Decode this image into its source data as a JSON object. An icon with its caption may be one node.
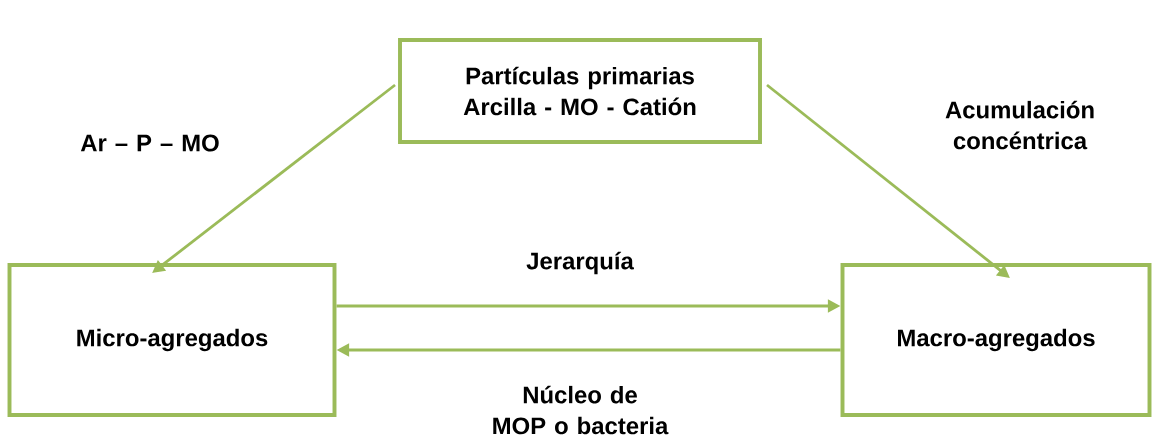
{
  "diagram": {
    "nodes": [
      {
        "text": [
          "Partículas primarias Arcilla - MO - Catión"
        ]
      },
      {
        "text": [
          "Micro-agregados"
        ]
      },
      {
        "text": [
          "Macro-agregados"
        ]
      }
    ],
    "edges": [
      {
        "from": 0,
        "to": 1,
        "arrow": "to",
        "label": "Ar – P – MO"
      },
      {
        "from": 0,
        "to": 2,
        "arrow": "to",
        "label": "Acumulación concéntrica"
      },
      {
        "from": 1,
        "to": 2,
        "arrow": "to",
        "label": "Jerarquía"
      },
      {
        "from": 2,
        "to": 1,
        "arrow": "to",
        "label": "Núcleo de MOP o bacteria"
      }
    ]
  }
}
